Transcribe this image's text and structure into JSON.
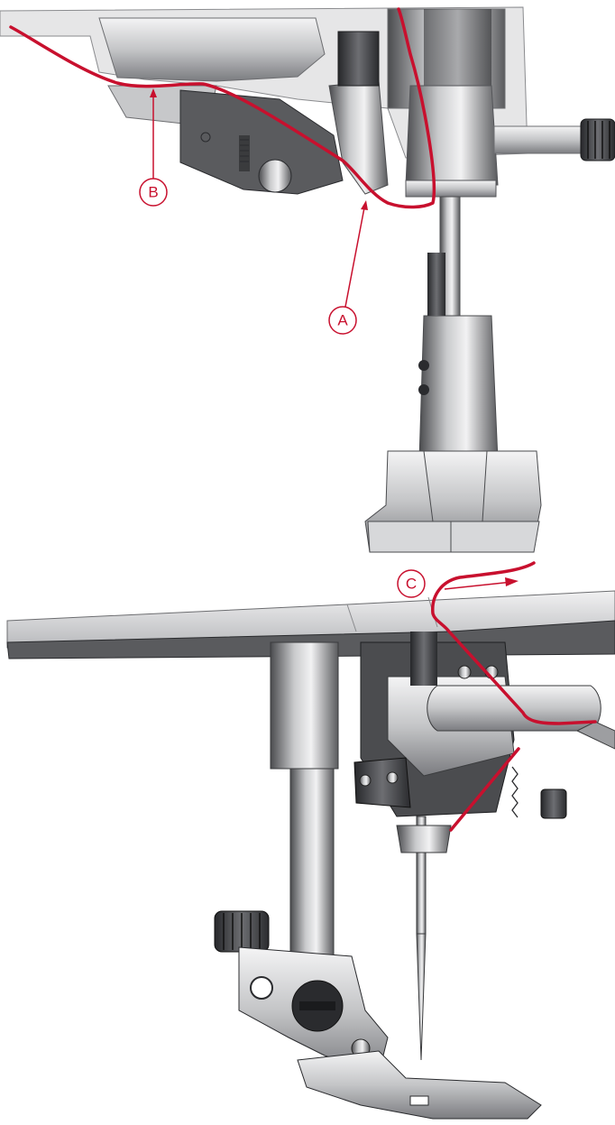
{
  "callouts": {
    "a": {
      "letter": "A"
    },
    "b": {
      "letter": "B"
    },
    "c": {
      "letter": "C"
    }
  },
  "colors": {
    "thread": "#c8102e",
    "metal_dark": "#3a3b3d",
    "metal_mid": "#8e9093",
    "metal_light": "#d9dadb",
    "white": "#ffffff"
  }
}
